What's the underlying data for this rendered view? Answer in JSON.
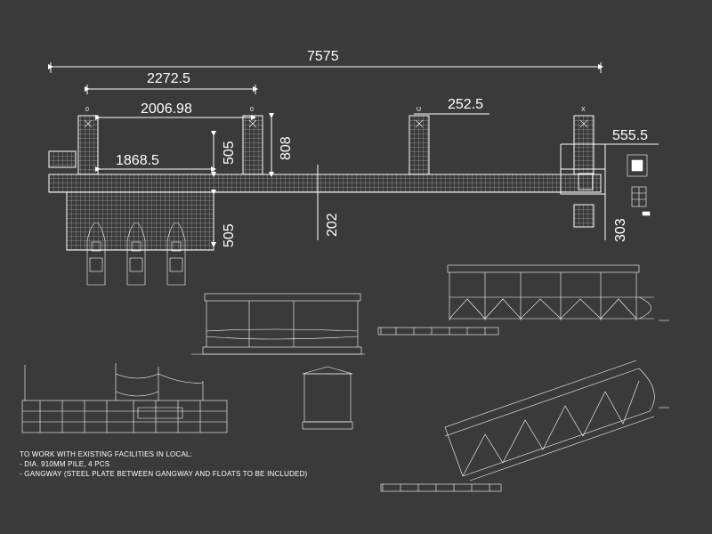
{
  "dimensions": {
    "overall": "7575",
    "span_a": "2272.5",
    "span_b": "2006.98",
    "span_c": "1868.5",
    "pile_width": "252.5",
    "end_width": "555.5",
    "pier_height_upper": "505",
    "pier_height_lower": "505",
    "depth": "808",
    "walkway_width": "202",
    "end_height": "303"
  },
  "pile_marks": [
    "0",
    "0",
    "U",
    "X"
  ],
  "notes": {
    "heading": "TO WORK WITH EXISTING FACILITIES IN LOCAL:",
    "item1": "- DIA. 910MM PILE, 4 PCS",
    "item2": "- GANGWAY (STEEL PLATE BETWEEN GANGWAY AND FLOATS TO BE INCLUDED)"
  },
  "colors": {
    "background": "#3a3a3a",
    "line": "#ffffff"
  }
}
